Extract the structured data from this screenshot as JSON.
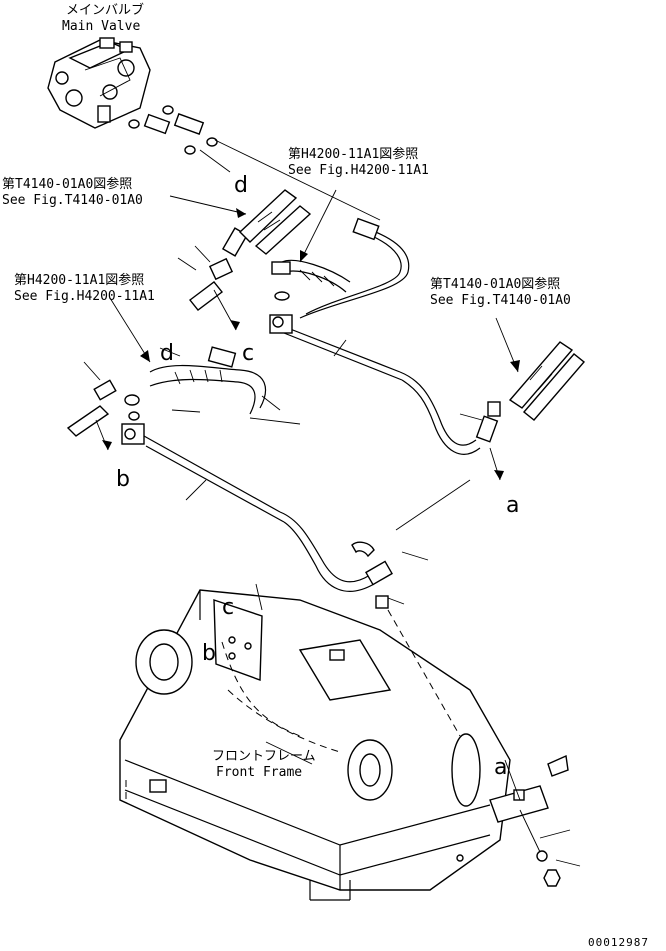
{
  "labels": {
    "main_valve_jp": "メインバルブ",
    "main_valve_en": "Main Valve",
    "ref1_jp": "第H4200-11A1図参照",
    "ref1_en": "See Fig.H4200-11A1",
    "ref2_jp": "第T4140-01A0図参照",
    "ref2_en": "See Fig.T4140-01A0",
    "ref3_jp": "第H4200-11A1図参照",
    "ref3_en": "See Fig.H4200-11A1",
    "ref4_jp": "第T4140-01A0図参照",
    "ref4_en": "See Fig.T4140-01A0",
    "front_frame_jp": "フロントフレーム",
    "front_frame_en": "Front Frame"
  },
  "letters": {
    "d_top": "d",
    "c_mid": "c",
    "d_mid": "d",
    "b_left": "b",
    "a_right": "a",
    "c_frame": "c",
    "b_frame": "b",
    "a_frame": "a"
  },
  "drawing_number": "00012987"
}
